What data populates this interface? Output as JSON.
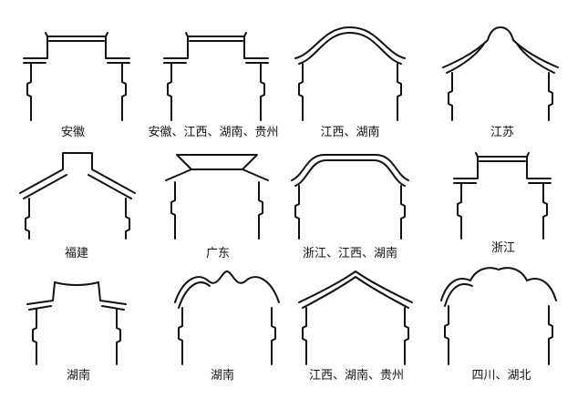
{
  "gables": [
    {
      "shape": "stepped-double",
      "caption": "安徽"
    },
    {
      "shape": "stepped-double",
      "caption": "安徽、江西、湖南、贵州"
    },
    {
      "shape": "round-arch",
      "caption": "江西、湖南"
    },
    {
      "shape": "pointed-curve",
      "caption": "江苏"
    },
    {
      "shape": "gabled-chimney",
      "caption": "福建"
    },
    {
      "shape": "wok-ear",
      "caption": "广东"
    },
    {
      "shape": "flat-arch",
      "caption": "浙江、江西、湖南"
    },
    {
      "shape": "stepped-double",
      "caption": "浙江"
    },
    {
      "shape": "saddle",
      "caption": "湖南"
    },
    {
      "shape": "wave",
      "caption": "湖南"
    },
    {
      "shape": "peaked",
      "caption": "江西、湖南、贵州"
    },
    {
      "shape": "triple-arch",
      "caption": "四川、湖北"
    }
  ]
}
